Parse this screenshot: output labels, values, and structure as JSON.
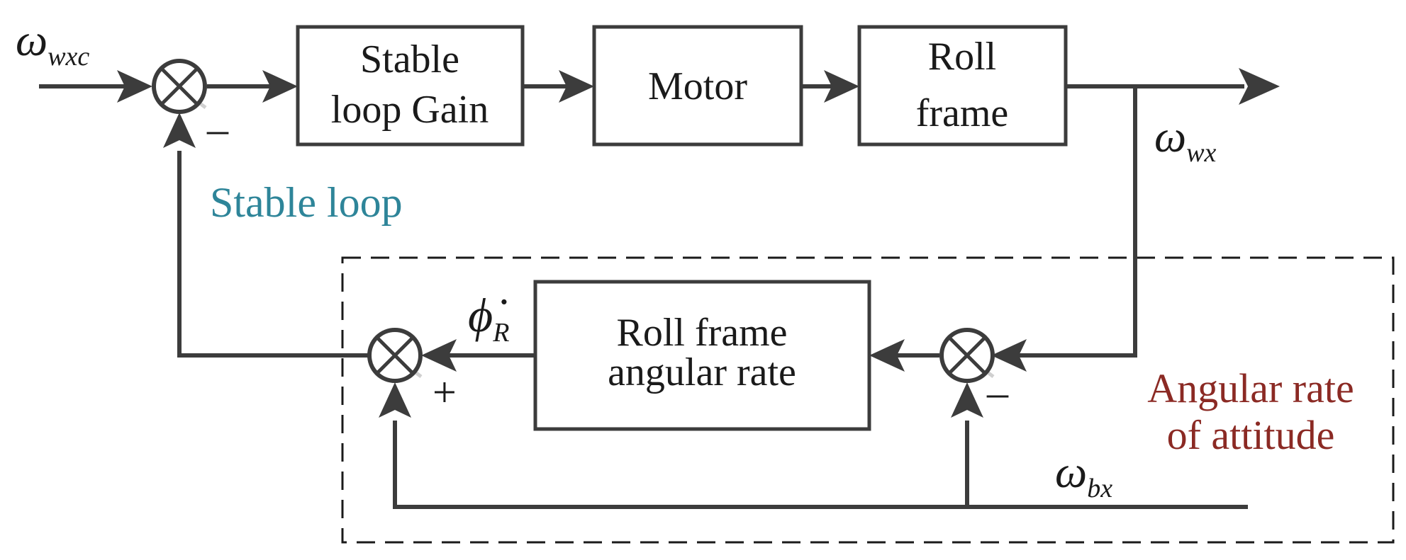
{
  "blocks": {
    "stable_gain": [
      "Stable",
      "loop Gain"
    ],
    "motor": "Motor",
    "roll_frame": [
      "Roll",
      "frame"
    ],
    "roll_rate": [
      "Roll frame",
      "angular rate"
    ]
  },
  "signals": {
    "input": {
      "base": "ω",
      "sub": "wxc"
    },
    "output": {
      "base": "ω",
      "sub": "wx"
    },
    "base_rate": {
      "base": "ω",
      "sub": "bx"
    },
    "phi_dot": {
      "base": "ϕ̇",
      "sub": "R"
    }
  },
  "signs": {
    "sum1_bottom": "–",
    "sum2_bottom": "+",
    "sum3_bottom": "–"
  },
  "loops": {
    "stable": {
      "text": "Stable loop",
      "color": "#2e8599"
    },
    "attitude": {
      "lines": [
        "Angular rate",
        "of attitude"
      ],
      "color": "#8b2a24"
    }
  }
}
